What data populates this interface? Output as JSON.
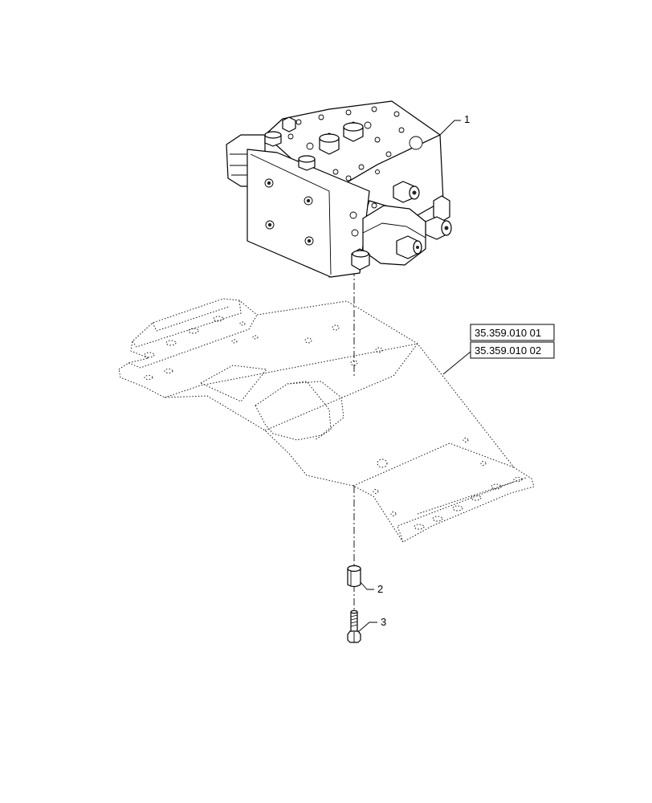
{
  "callouts": {
    "c1": "1",
    "c2": "2",
    "c3": "3"
  },
  "references": {
    "ref1": "35.359.010 01",
    "ref2": "35.359.010 02"
  }
}
